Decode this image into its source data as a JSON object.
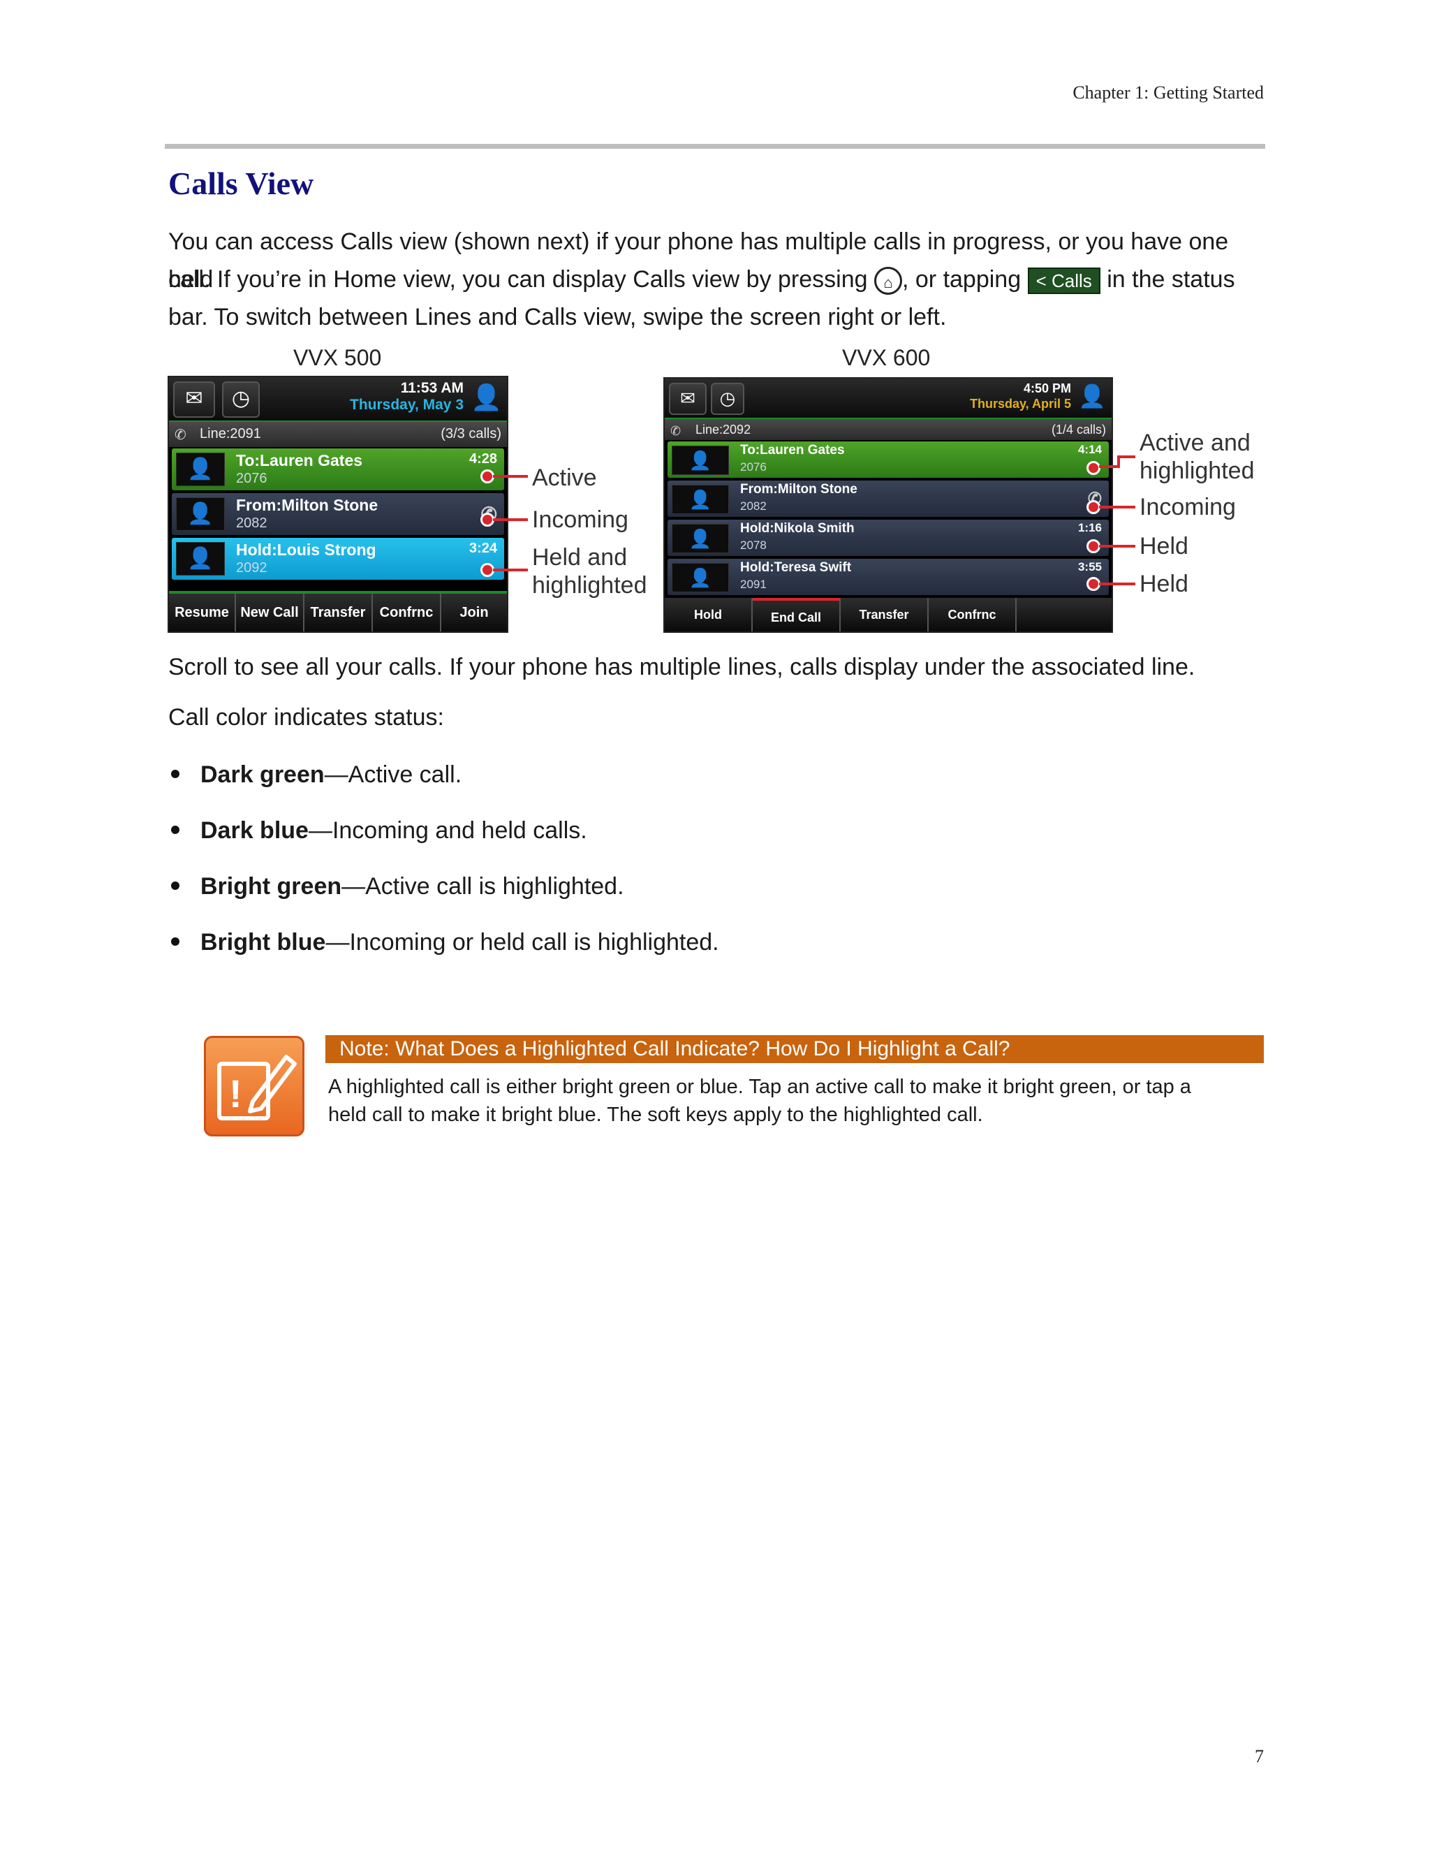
{
  "header": {
    "chapter": "Chapter 1: Getting Started"
  },
  "section": {
    "title": "Calls View"
  },
  "intro": {
    "line1": "You can access Calls view (shown next) if your phone has multiple calls in progress, or you have one held",
    "line2a": "call. If you’re in Home view, you can display Calls view by pressing",
    "line2b": ", or tapping",
    "calls_button": "< Calls",
    "line2c": "in the status",
    "line3": "bar. To switch between Lines and Calls view, swipe the screen right or left.",
    "home_icon": "home-icon"
  },
  "figures": {
    "vvx500": {
      "label": "VVX 500",
      "time": "11:53 AM",
      "date": "Thursday, May 3",
      "line": "Line:2091",
      "count": "(3/3 calls)",
      "calls": [
        {
          "name": "To:Lauren Gates",
          "number": "2076",
          "time": "4:28",
          "color": "#3d9322"
        },
        {
          "name": "From:Milton Stone",
          "number": "2082",
          "time": "",
          "color": "#2e3749"
        },
        {
          "name": "Hold:Louis Strong",
          "number": "2092",
          "time": "3:24",
          "color": "#19b2e4"
        }
      ],
      "softkeys": [
        "Resume",
        "New Call",
        "Transfer",
        "Confrnc",
        "Join"
      ],
      "callouts": [
        "Active",
        "Incoming",
        "Held and",
        "highlighted"
      ]
    },
    "vvx600": {
      "label": "VVX 600",
      "time": "4:50 PM",
      "date": "Thursday, April 5",
      "line": "Line:2092",
      "count": "(1/4 calls)",
      "calls": [
        {
          "name": "To:Lauren Gates",
          "number": "2076",
          "time": "4:14"
        },
        {
          "name": "From:Milton Stone",
          "number": "2082",
          "time": ""
        },
        {
          "name": "Hold:Nikola Smith",
          "number": "2078",
          "time": "1:16"
        },
        {
          "name": "Hold:Teresa Swift",
          "number": "2091",
          "time": "3:55"
        }
      ],
      "softkeys": [
        "Hold",
        "End Call",
        "Transfer",
        "Confrnc",
        ""
      ],
      "callouts": [
        "Active and",
        "highlighted",
        "Incoming",
        "Held",
        "Held"
      ]
    },
    "accent_red": "#d9262c"
  },
  "scroll_text": "Scroll to see all your calls. If your phone has multiple lines, calls display under the associated line.",
  "status_intro": "Call color indicates status:",
  "bullets": [
    {
      "term": "Dark green",
      "desc": "—Active call."
    },
    {
      "term": "Dark blue",
      "desc": "—Incoming and held calls."
    },
    {
      "term": "Bright green",
      "desc": "—Active call is highlighted."
    },
    {
      "term": "Bright blue",
      "desc": "—Incoming or held call is highlighted."
    }
  ],
  "note": {
    "icon": "note-pencil-icon",
    "title": "Note: What Does a Highlighted Call Indicate? How Do I Highlight a Call?",
    "body_line1": "A highlighted call is either bright green or blue. Tap an active call to make it bright green, or tap a",
    "body_line2": "held call to make it bright blue. The soft keys apply to the highlighted call.",
    "bar_color": "#c8630e"
  },
  "page_number": "7"
}
